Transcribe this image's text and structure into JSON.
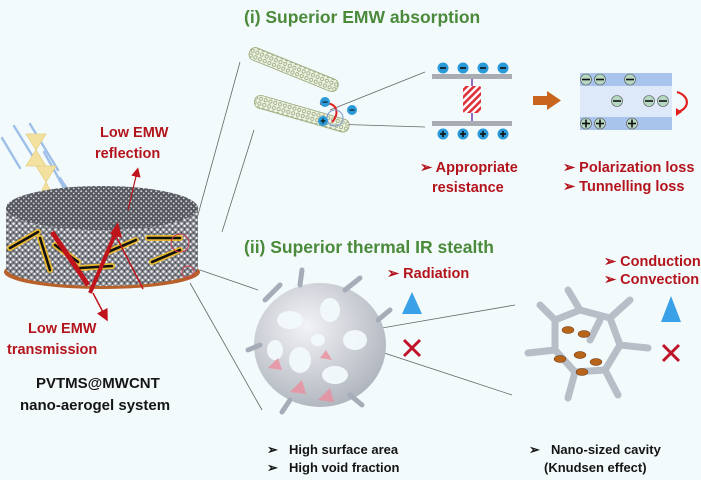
{
  "section_i": {
    "title": "(i) Superior EMW absorption",
    "resistance_label": [
      "➢ Appropriate",
      "resistance"
    ],
    "loss_labels": [
      "➢ Polarization loss",
      "➢ Tunnelling loss"
    ]
  },
  "section_ii": {
    "title": "(ii) Superior thermal IR stealth",
    "radiation_label": "➢ Radiation",
    "conduction_labels": [
      "➢ Conduction",
      "➢ Convection"
    ],
    "surface_labels": [
      "High surface area",
      "High void fraction"
    ],
    "cavity_labels": [
      "Nano-sized cavity",
      "(Knudsen effect)"
    ],
    "bullet": "➢"
  },
  "left": {
    "reflection_label": [
      "Low EMW",
      "reflection"
    ],
    "transmission_label": [
      "Low EMW",
      "transmission"
    ],
    "system_label": [
      "PVTMS@MWCNT",
      "nano-aerogel system"
    ]
  },
  "symbols": {
    "minus": "−",
    "plus": "+"
  },
  "colors": {
    "background": "#f3fafc",
    "title_green": "#4a8a3a",
    "label_red": "#b3141c",
    "charge_blue": "#2a9ad8",
    "plate_gray": "#a9acb3",
    "arrow_orange": "#c8641c",
    "ir_arrow_blue": "#3aa0e8",
    "ir_arrow_red": "#c0142a",
    "aerogel_gray": "#c8ccd4"
  }
}
